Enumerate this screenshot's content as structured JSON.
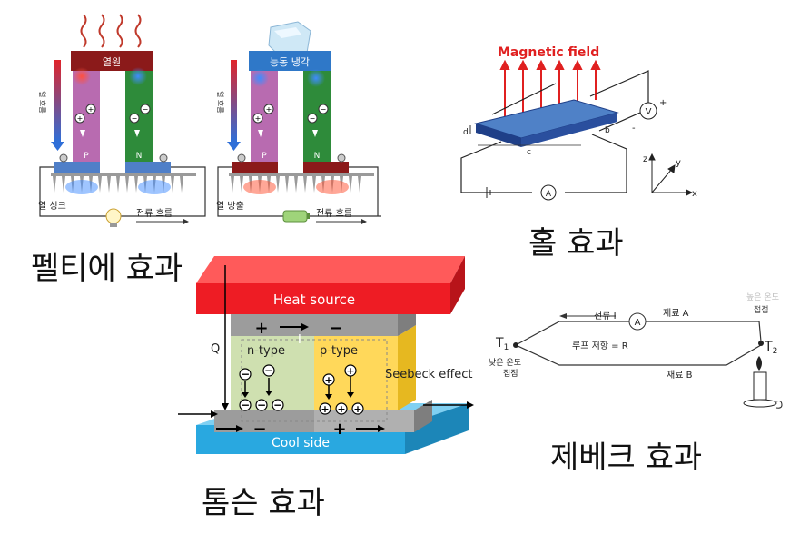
{
  "captions": {
    "peltier": "펠티에 효과",
    "hall": "홀 효과",
    "thomson": "톰슨 효과",
    "seebeck": "제베크 효과"
  },
  "peltier": {
    "left": {
      "top_block": "열원",
      "p_label": "P",
      "n_label": "N",
      "side_label": "열 싱크",
      "current_label": "전류 흐름"
    },
    "right": {
      "top_block": "능동 냉각",
      "p_label": "P",
      "n_label": "N",
      "side_label": "열 방출",
      "current_label": "전류 흐름"
    },
    "colors": {
      "p_leg": "#b86bb0",
      "n_leg": "#2e8b3a",
      "top_left": "#8b1a1a",
      "top_right": "#2f78c8",
      "base": "#4f7fc8"
    }
  },
  "hall": {
    "title": "Magnetic field",
    "label_d": "d",
    "label_b": "b",
    "label_c": "c",
    "voltmeter": "V",
    "ammeter": "A",
    "plus": "+",
    "minus": "-",
    "axis_x": "x",
    "axis_y": "y",
    "axis_z": "z",
    "colors": {
      "slab_top": "#4f81c7",
      "slab_front": "#1f3f88",
      "arrows": "#e02020"
    }
  },
  "thomson": {
    "heat_source": "Heat source",
    "cool_side": "Cool side",
    "n_type": "n-type",
    "p_type": "p-type",
    "seebeck_effect": "Seebeck effect",
    "q_label": "Q",
    "i_label": "I",
    "plus": "+",
    "minus": "−",
    "colors": {
      "heat": "#ee1c24",
      "cool": "#29a8e0",
      "n_leg": "#cfe0b0",
      "p_leg": "#ffd85a",
      "metal": "#9c9c9c"
    }
  },
  "seebeck": {
    "current_label": "전류 I",
    "ammeter": "A",
    "material_a": "재료 A",
    "material_b": "재료 B",
    "loop_resistance": "루프 저항 = R",
    "t1": "T",
    "t1_sub": "1",
    "t2": "T",
    "t2_sub": "2",
    "low_temp_junction_line1": "낮은 온도",
    "low_temp_junction_line2": "접점",
    "high_temp_junction_line1": "높은 온도",
    "high_temp_junction_line2": "접점"
  }
}
